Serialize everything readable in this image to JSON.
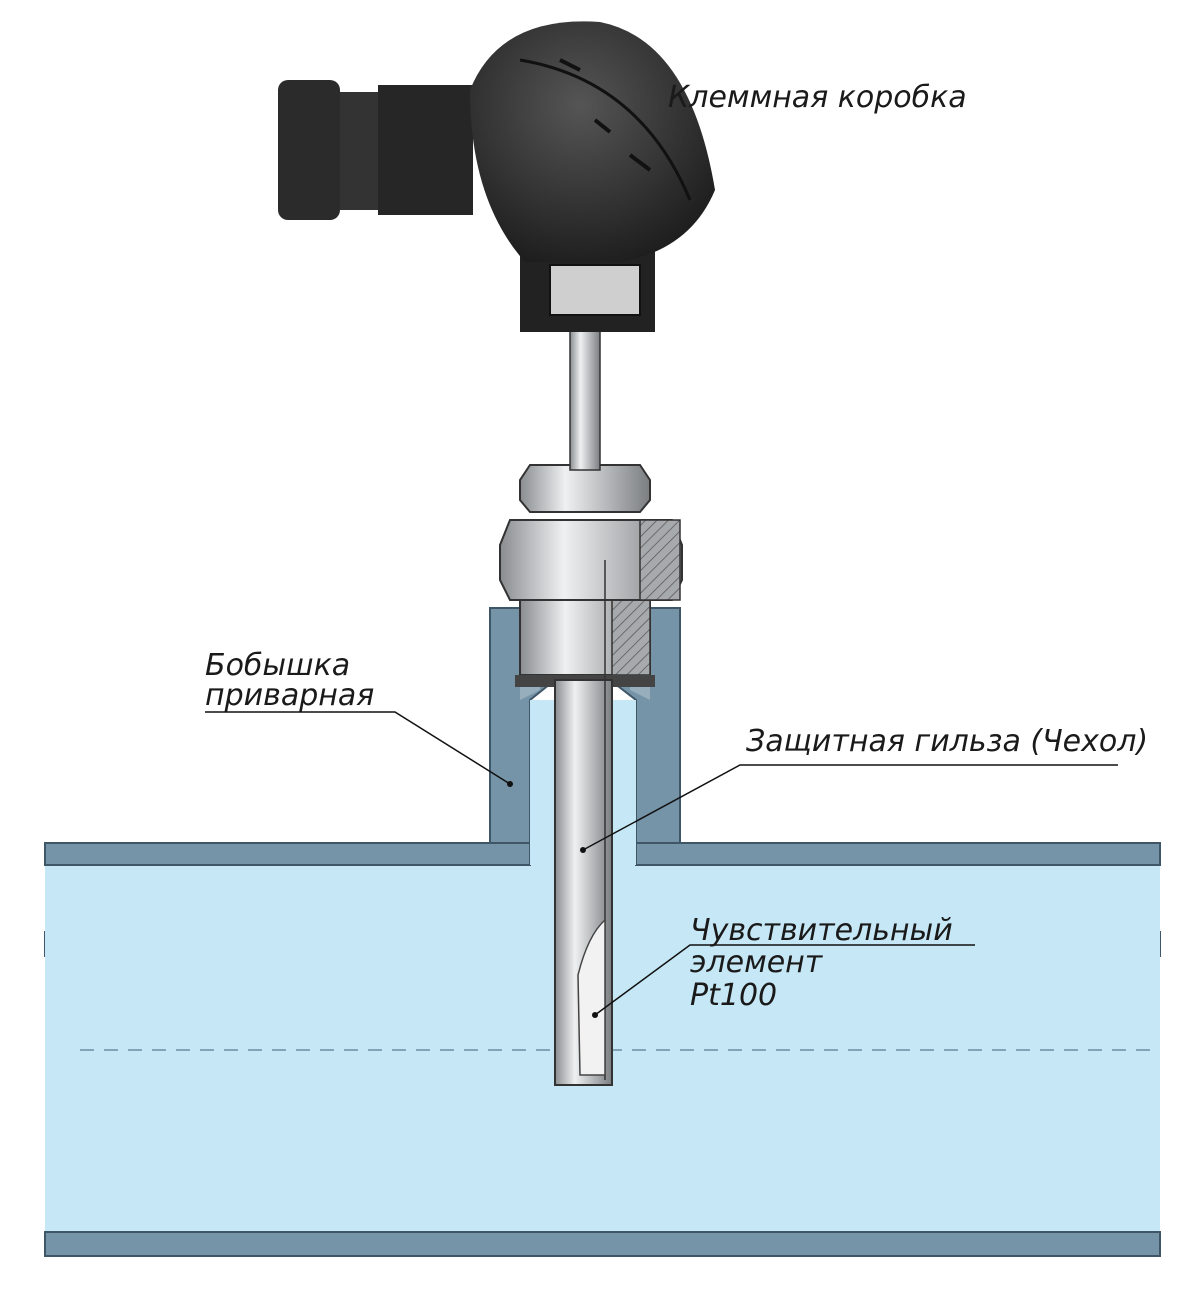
{
  "labels": {
    "terminal_box": "Клеммная коробка",
    "boss_line1": "Бобышка",
    "boss_line2": "приварная",
    "sheath": "Защитная гильза (Чехол)",
    "element_line1": "Чувствительный",
    "element_line2": "элемент",
    "element_line3": "Pt100"
  },
  "colors": {
    "fluid": "#c6e8f6",
    "wall": "#6d8ea3",
    "head": "#2a2a2a",
    "metal": "#b9bcbf"
  }
}
